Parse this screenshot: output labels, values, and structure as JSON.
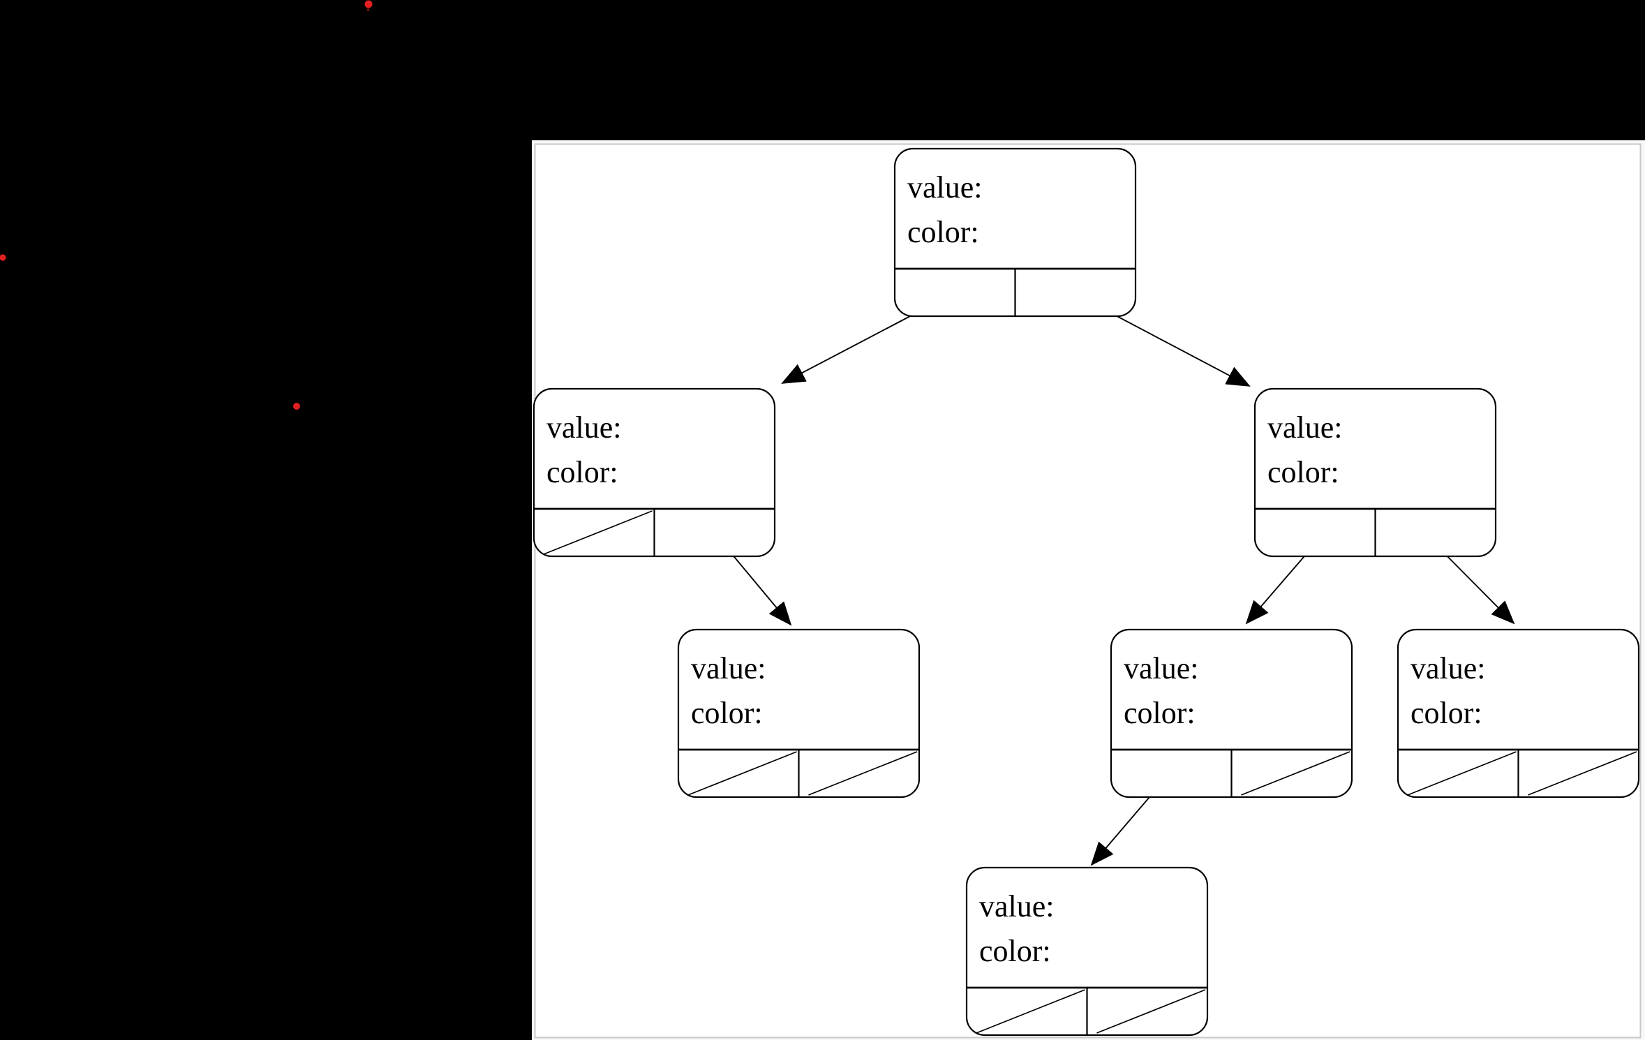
{
  "window": {
    "background_color": "#000000",
    "panel_background": "#ffffff",
    "panel_outer_background": "#f8f8f8",
    "panel_frame_color": "#c9c9c9"
  },
  "decorations": {
    "red_dot_color": "#e32020",
    "red_dot_satellite_color": "#8a1515"
  },
  "tree": {
    "nodes": {
      "root": {
        "value_label": "value:",
        "color_label": "color:",
        "left_pointer": "child",
        "right_pointer": "child"
      },
      "left": {
        "value_label": "value:",
        "color_label": "color:",
        "left_pointer": "null",
        "right_pointer": "child"
      },
      "right": {
        "value_label": "value:",
        "color_label": "color:",
        "left_pointer": "child",
        "right_pointer": "child"
      },
      "left_right": {
        "value_label": "value:",
        "color_label": "color:",
        "left_pointer": "null",
        "right_pointer": "null"
      },
      "right_left": {
        "value_label": "value:",
        "color_label": "color:",
        "left_pointer": "child",
        "right_pointer": "null"
      },
      "right_right": {
        "value_label": "value:",
        "color_label": "color:",
        "left_pointer": "null",
        "right_pointer": "null"
      },
      "right_left_left": {
        "value_label": "value:",
        "color_label": "color:",
        "left_pointer": "null",
        "right_pointer": "null"
      }
    }
  }
}
